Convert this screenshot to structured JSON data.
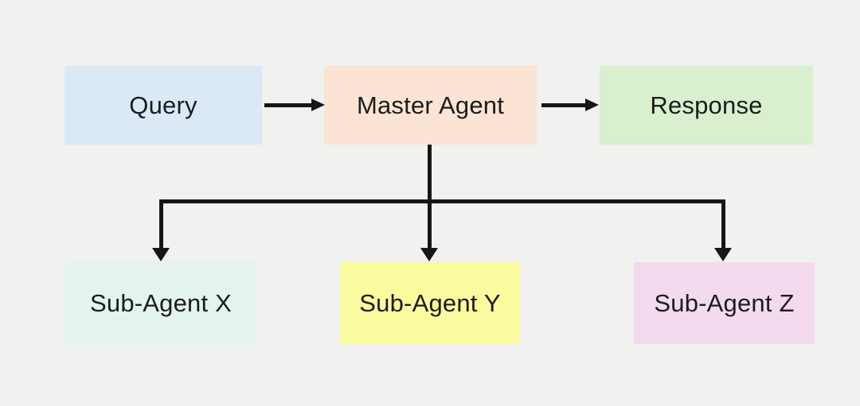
{
  "diagram": {
    "title": "Master agent with sub-agents flowchart",
    "background_color": "#f1f1ef",
    "line_color": "#161616",
    "text_color": "#1c1c1c",
    "nodes": {
      "query": {
        "label": "Query",
        "color": "#dbe9f7"
      },
      "master_agent": {
        "label": "Master Agent",
        "color": "#fbe4d4"
      },
      "response": {
        "label": "Response",
        "color": "#d9efcd"
      },
      "sub_agent_x": {
        "label": "Sub-Agent X",
        "color": "#e4f3f0"
      },
      "sub_agent_y": {
        "label": "Sub-Agent Y",
        "color": "#fafa9f"
      },
      "sub_agent_z": {
        "label": "Sub-Agent Z",
        "color": "#f4daee"
      }
    },
    "edges": [
      {
        "from": "Query",
        "to": "Master Agent"
      },
      {
        "from": "Master Agent",
        "to": "Response"
      },
      {
        "from": "Master Agent",
        "to": "Sub-Agent X"
      },
      {
        "from": "Master Agent",
        "to": "Sub-Agent Y"
      },
      {
        "from": "Master Agent",
        "to": "Sub-Agent Z"
      }
    ]
  }
}
